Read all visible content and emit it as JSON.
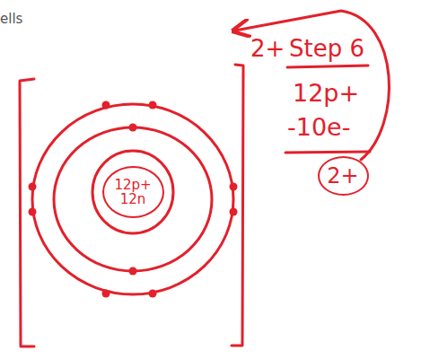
{
  "diagram": {
    "nodes": [
      {
        "text": [
          "12p+ 12n"
        ]
      },
      {
        "text": [
          "2+"
        ]
      }
    ],
    "labels": [
      "ells",
      "2+",
      "Step 6",
      "12p+",
      "-10e-"
    ]
  }
}
